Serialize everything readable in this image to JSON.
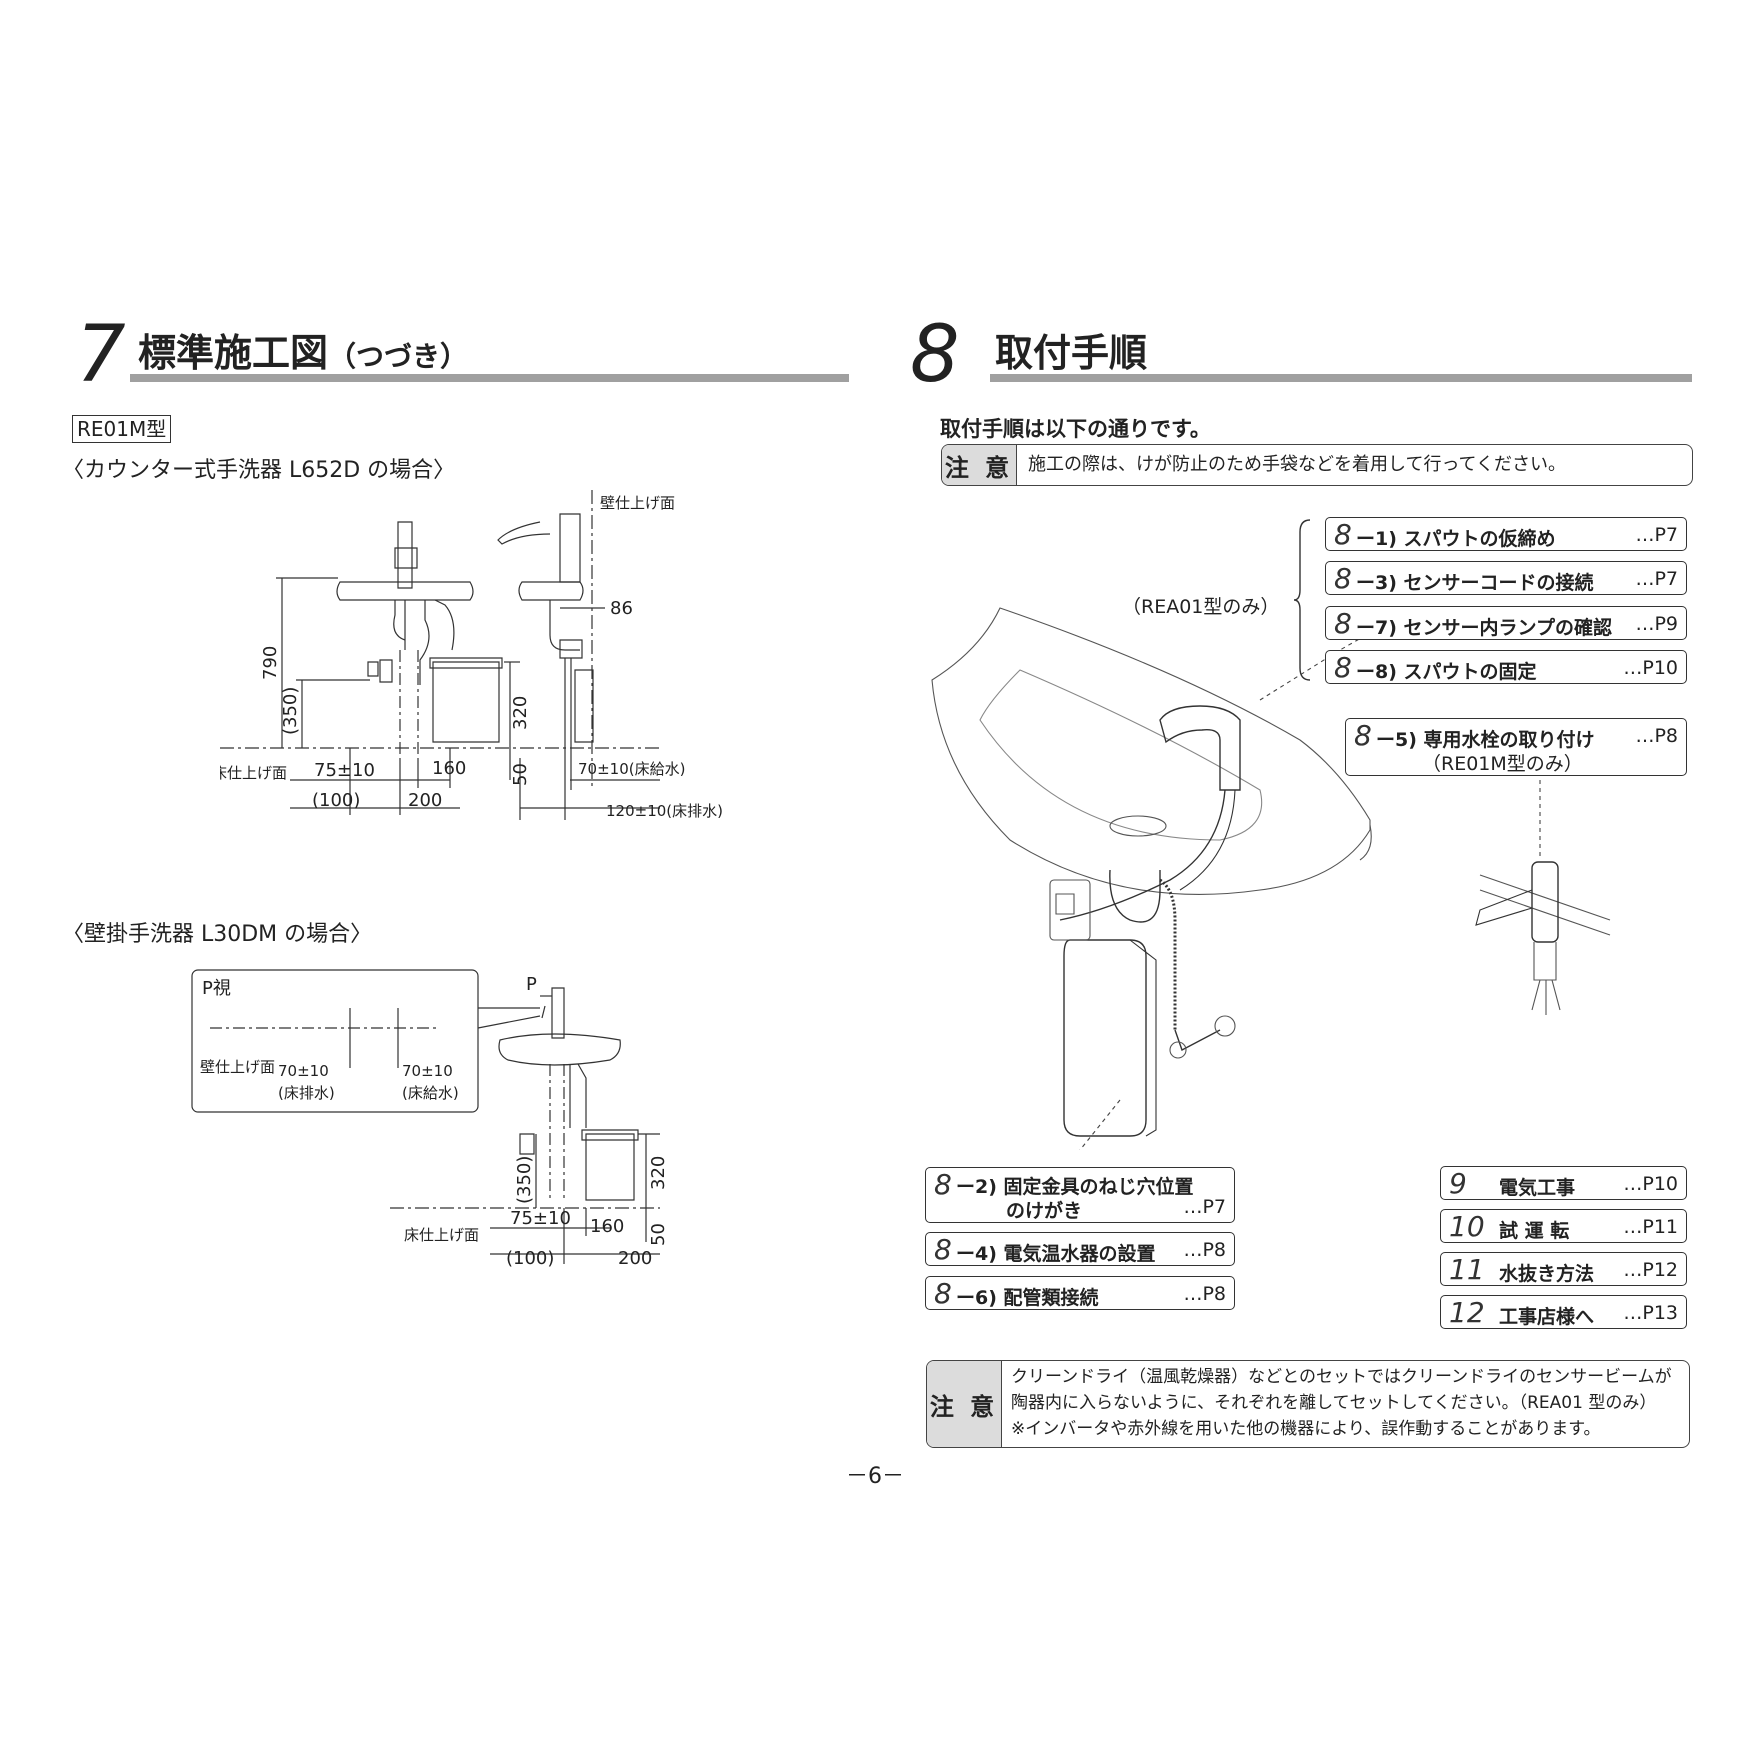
{
  "left": {
    "section_number": "7",
    "section_title": "標準施工図",
    "section_title_suffix": "（つづき）",
    "model_tag": "RE01M型",
    "counter_caption": "〈カウンター式手洗器 L652D の場合〉",
    "wall_caption": "〈壁掛手洗器 L30DM の場合〉",
    "counter_dims": {
      "wall_finish": "壁仕上げ面",
      "floor_finish": "床仕上げ面",
      "d790": "790",
      "d350": "(350)",
      "d320": "320",
      "d86": "86",
      "d75": "75±10",
      "d160": "160",
      "d50": "50",
      "d100": "(100)",
      "d200": "200",
      "d70_supply": "70±10(床給水)",
      "d120_drain": "120±10(床排水)"
    },
    "wall_dims": {
      "p_view": "P視",
      "p_mark": "P",
      "wall_finish": "壁仕上げ面",
      "d70_drain": "70±10",
      "drain_label": "(床排水)",
      "d70_supply": "70±10",
      "supply_label": "(床給水)",
      "d350": "(350)",
      "d320": "320",
      "d75": "75±10",
      "d160": "160",
      "d50": "50",
      "d100": "(100)",
      "d200": "200",
      "floor_finish": "床仕上げ面"
    }
  },
  "right": {
    "section_number": "8",
    "section_title": "取付手順",
    "intro": "取付手順は以下の通りです。",
    "caution_label": "注 意",
    "caution_text": "施工の際は、けが防止のため手袋などを着用して行ってください。",
    "rea_only": "（REA01型のみ）",
    "steps_top": [
      {
        "num": "8",
        "label": "ー1) スパウトの仮締め",
        "page": "…P7"
      },
      {
        "num": "8",
        "label": "ー3) センサーコードの接続",
        "page": "…P7"
      },
      {
        "num": "8",
        "label": "ー7) センサー内ランプの確認",
        "page": "…P9"
      },
      {
        "num": "8",
        "label": "ー8) スパウトの固定",
        "page": "…P10"
      }
    ],
    "step_5": {
      "num": "8",
      "label": "ー5) 専用水栓の取り付け",
      "page": "…P8",
      "sub": "（RE01M型のみ）"
    },
    "steps_bottom": [
      {
        "num": "8",
        "label": "ー2) 固定金具のねじ穴位置",
        "label2": "のけがき",
        "page": "…P7"
      },
      {
        "num": "8",
        "label": "ー4) 電気温水器の設置",
        "page": "…P8"
      },
      {
        "num": "8",
        "label": "ー6) 配管類接続",
        "page": "…P8"
      }
    ],
    "steps_other": [
      {
        "num": "9",
        "label": "電気工事",
        "page": "…P10"
      },
      {
        "num": "10",
        "label": "試 運 転",
        "page": "…P11"
      },
      {
        "num": "11",
        "label": "水抜き方法",
        "page": "…P12"
      },
      {
        "num": "12",
        "label": "工事店様へ",
        "page": "…P13"
      }
    ],
    "bottom_caution_label": "注 意",
    "bottom_caution_lines": [
      "クリーンドライ（温風乾燥器）などとのセットではクリーンドライのセンサービームが",
      "陶器内に入らないように、それぞれを離してセットしてください。（REA01 型のみ）",
      "※インバータや赤外線を用いた他の機器により、誤作動することがあります。"
    ]
  },
  "footer": {
    "page_number": "－6－"
  }
}
